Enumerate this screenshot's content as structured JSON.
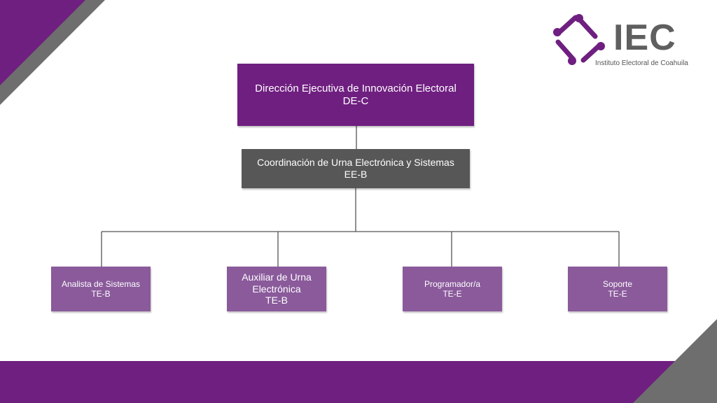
{
  "brand": {
    "name": "IEC",
    "subtitle": "Instituto Electoral de Coahuila",
    "colors": {
      "purple": "#6f1f80",
      "light_purple": "#8a5a9b",
      "gray": "#575757",
      "corner_gray": "#6e6e6e"
    }
  },
  "org": {
    "top": {
      "title": "Dirección Ejecutiva de Innovación Electoral",
      "code": "DE-C"
    },
    "coordination": {
      "title": "Coordinación de Urna Electrónica y Sistemas",
      "code": "EE-B"
    },
    "positions": [
      {
        "title": "Analista de Sistemas",
        "code": "TE-B"
      },
      {
        "title": "Auxiliar de Urna Electrónica",
        "code": "TE-B"
      },
      {
        "title": "Programador/a",
        "code": "TE-E"
      },
      {
        "title": "Soporte",
        "code": "TE-E"
      }
    ]
  }
}
